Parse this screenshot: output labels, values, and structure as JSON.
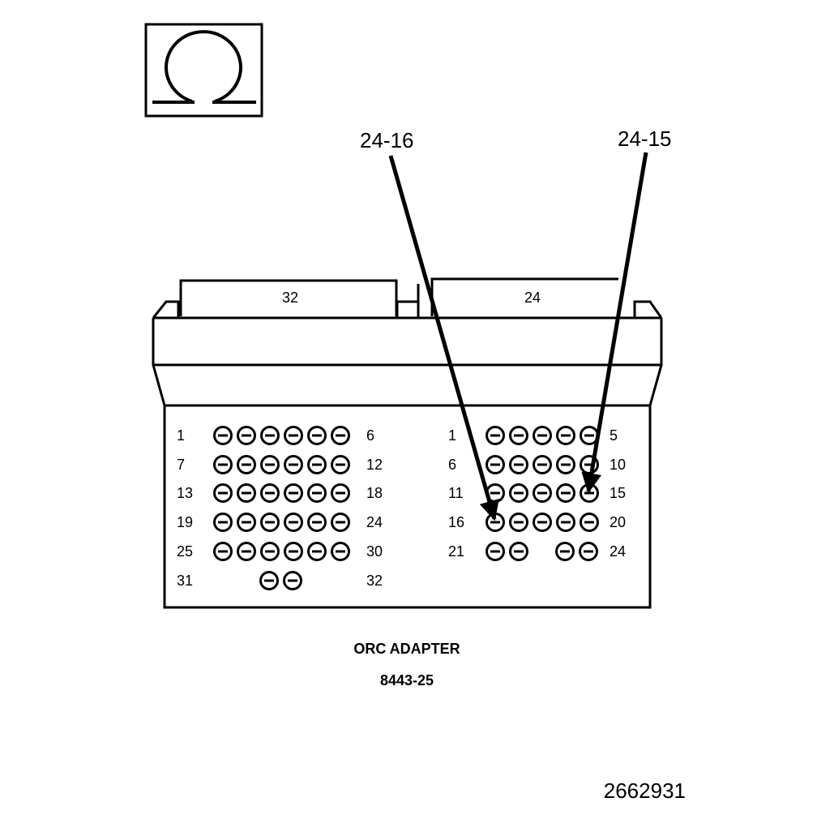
{
  "symbol": {
    "icon": "ohm-icon"
  },
  "callouts": {
    "left": "24-16",
    "right": "24-15"
  },
  "connector_left": {
    "tab_label": "32",
    "rows": [
      {
        "start": "1",
        "end": "6",
        "pins": 6
      },
      {
        "start": "7",
        "end": "12",
        "pins": 6
      },
      {
        "start": "13",
        "end": "18",
        "pins": 6
      },
      {
        "start": "19",
        "end": "24",
        "pins": 6
      },
      {
        "start": "25",
        "end": "30",
        "pins": 6
      },
      {
        "start": "31",
        "end": "32",
        "pins": 2
      }
    ]
  },
  "connector_right": {
    "tab_label": "24",
    "rows": [
      {
        "start": "1",
        "end": "5",
        "pins": 5
      },
      {
        "start": "6",
        "end": "10",
        "pins": 5
      },
      {
        "start": "11",
        "end": "15",
        "pins": 5
      },
      {
        "start": "16",
        "end": "20",
        "pins": 5
      },
      {
        "start": "21",
        "end": "24",
        "pins": 4
      }
    ]
  },
  "caption": {
    "title": "ORC ADAPTER",
    "part_number": "8443-25"
  },
  "figure_id": "2662931"
}
